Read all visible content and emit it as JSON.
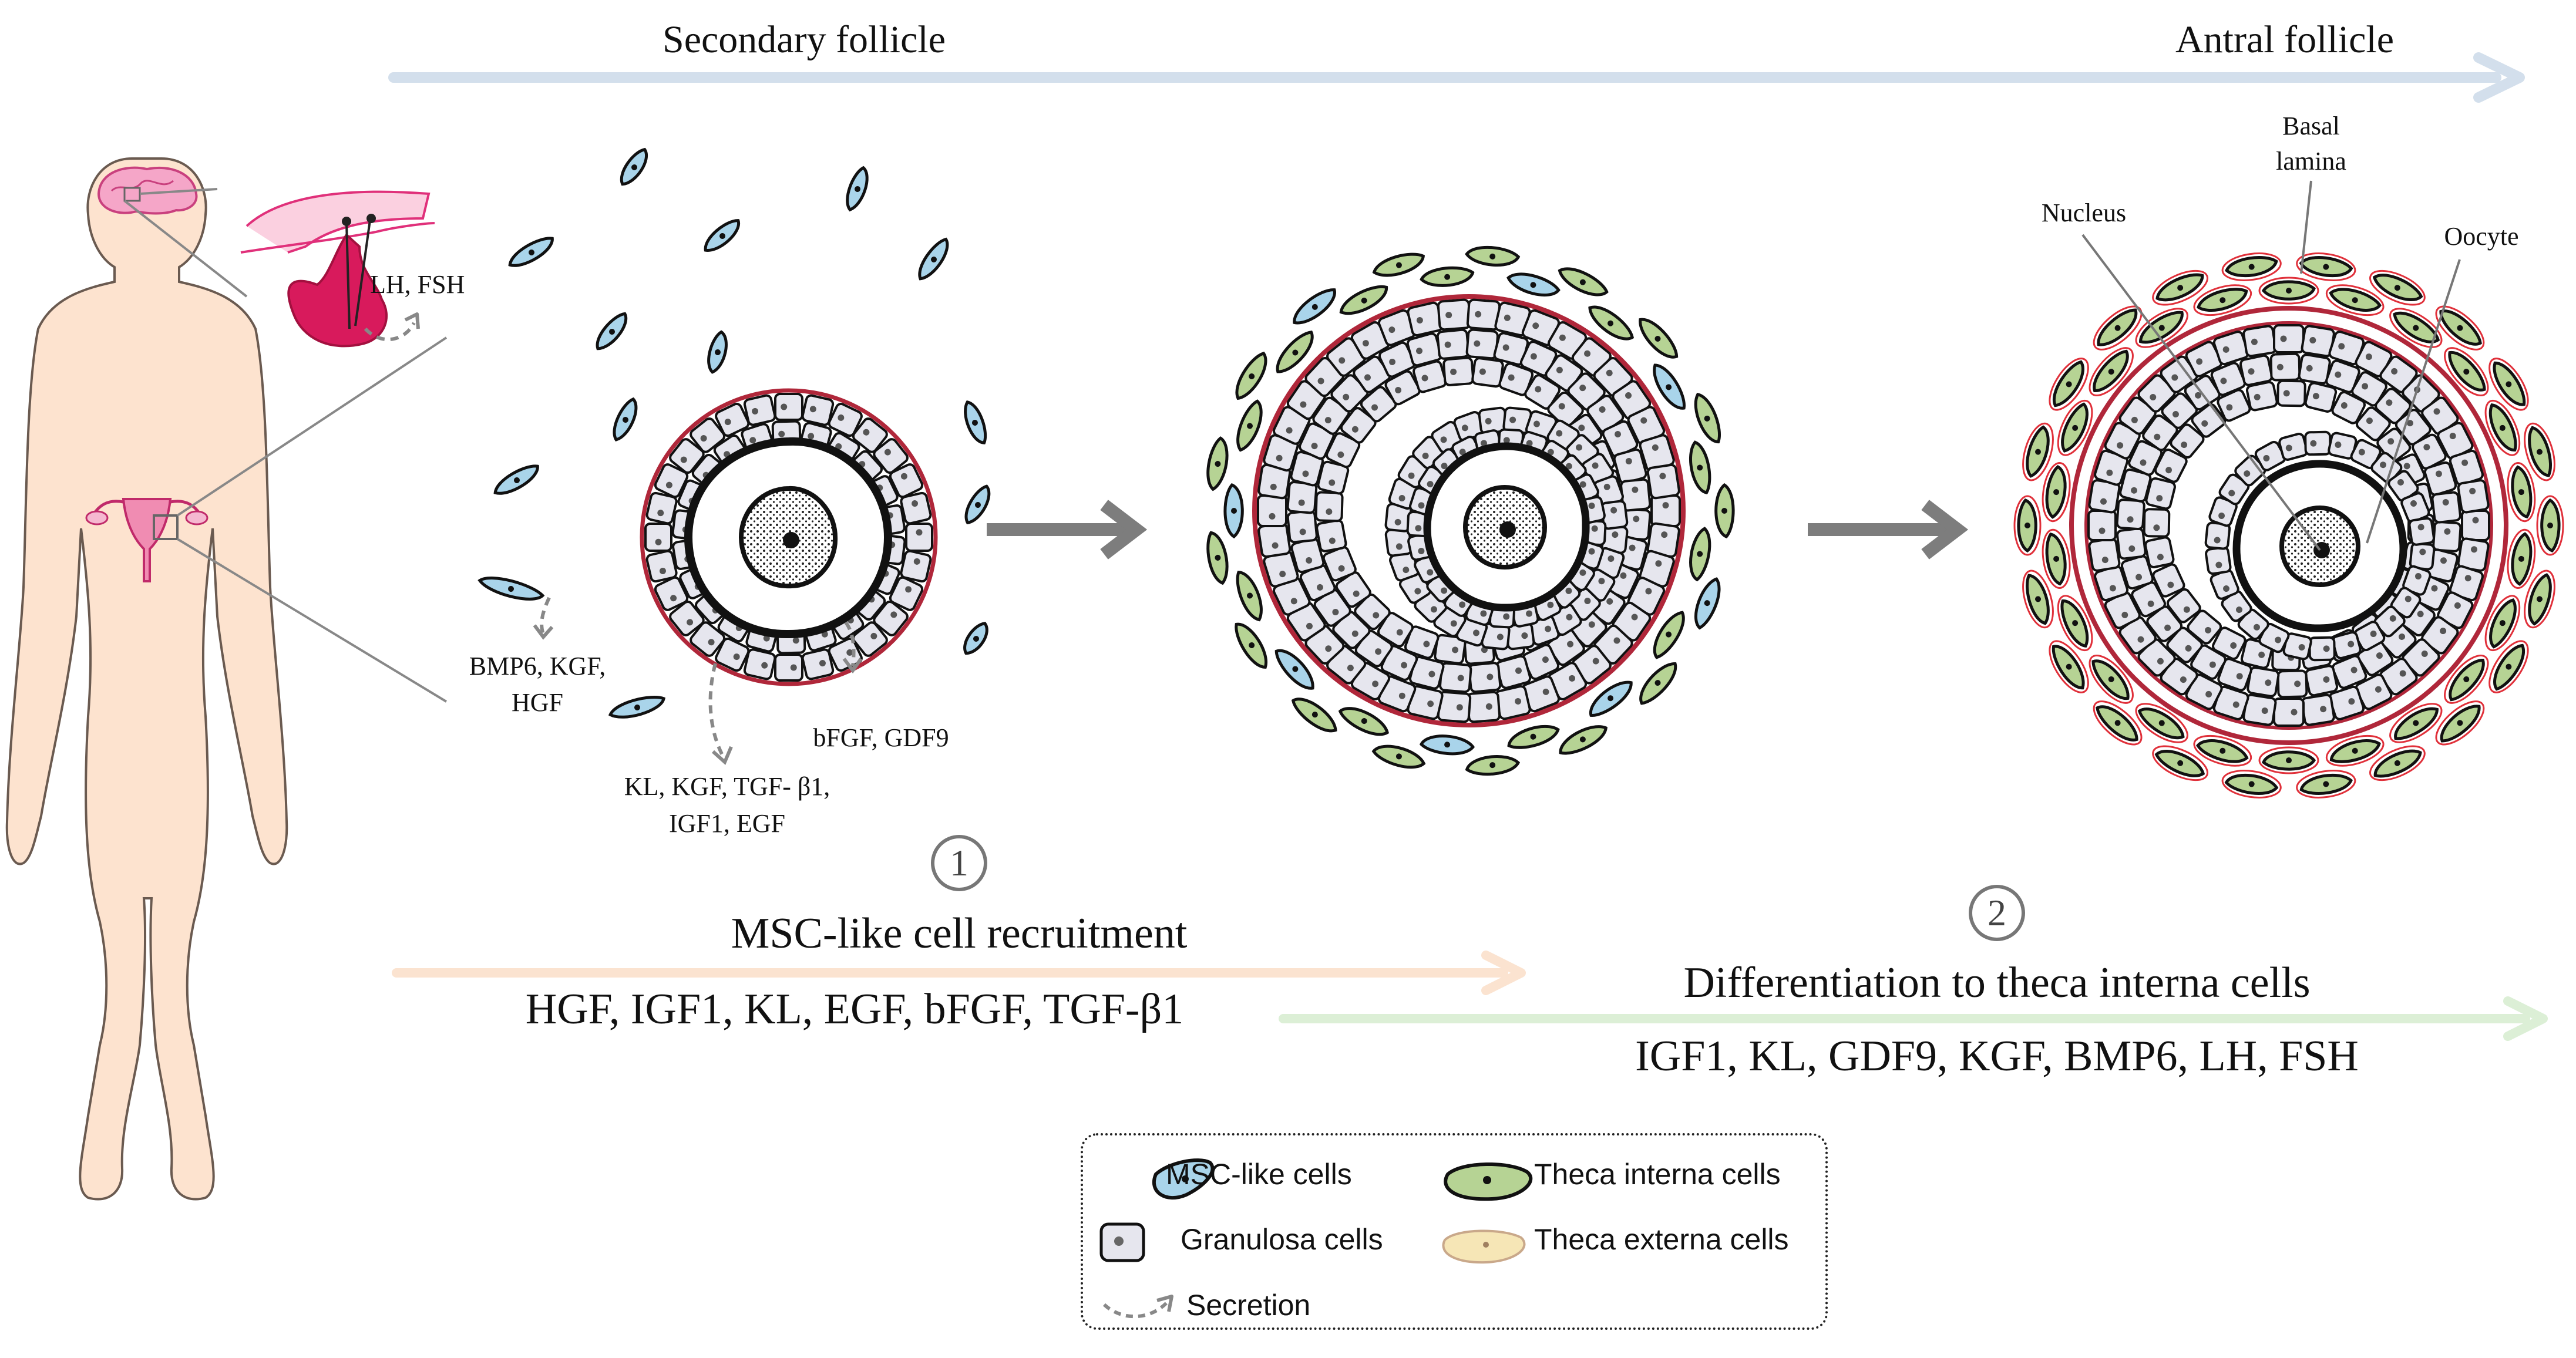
{
  "stages": {
    "secondary": "Secondary follicle",
    "antral": "Antral follicle"
  },
  "hormone_label": "LH, FSH",
  "secretions": {
    "msc": [
      "BMP6, KGF,",
      "HGF"
    ],
    "granulosa": [
      "KL, KGF, TGF- β1,",
      "IGF1, EGF"
    ],
    "oocyte": "bFGF, GDF9"
  },
  "annotations": {
    "basal_lamina": [
      "Basal",
      "lamina"
    ],
    "nucleus": "Nucleus",
    "oocyte": "Oocyte"
  },
  "steps": [
    {
      "number": "1",
      "title": "MSC-like cell recruitment",
      "factors": "HGF, IGF1, KL, EGF, bFGF, TGF-β1",
      "color": "#fbe3d0"
    },
    {
      "number": "2",
      "title": "Differentiation to theca interna cells",
      "factors": "IGF1, KL, GDF9, KGF, BMP6, LH, FSH",
      "color": "#dcefd6"
    }
  ],
  "legend": {
    "msc": "MSC-like cells",
    "theca_interna": "Theca interna cells",
    "granulosa": "Granulosa cells",
    "theca_externa": "Theca externa cells",
    "secretion": "Secretion"
  },
  "colors": {
    "timeline": "#d3dfec",
    "msc_fill": "#a9d4ea",
    "theca_interna_fill": "#b6d394",
    "granulosa_fill": "#e6e6ee",
    "theca_externa_fill": "#f6e6b6",
    "basal_lamina": "#b0273a",
    "theca_externa_outline": "#e0303a",
    "body_skin": "#fde3cf",
    "pituitary": "#d81a5c",
    "arrow_gray": "#7d7d7d"
  }
}
